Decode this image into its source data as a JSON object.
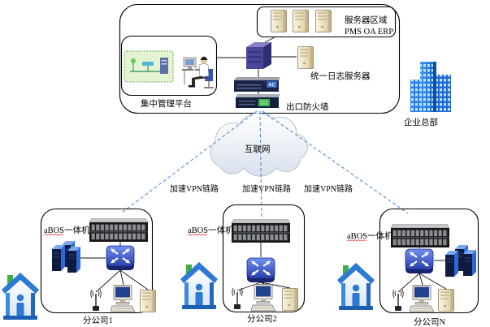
{
  "diagram": {
    "headquarters": {
      "label": "企业总部",
      "server_zone": {
        "title": "服务器区域",
        "systems": "PMS OA ERP"
      },
      "log_server_label": "统一日志服务器",
      "management_platform_label": "集中管理平台",
      "firewall_label": "出口防火墙",
      "ac_device_badge": "AC"
    },
    "internet_label": "互联网",
    "links": [
      {
        "label": "加速VPN链路"
      },
      {
        "label": "加速VPN链路"
      },
      {
        "label": "加速VPN链路"
      }
    ],
    "branches": [
      {
        "name": "分公司1",
        "device_label": "aBOS一体机"
      },
      {
        "name": "分公司2",
        "device_label": "aBOS一体机"
      },
      {
        "name": "分公司N",
        "device_label": "aBOS一体机"
      }
    ]
  },
  "colors": {
    "vpn_link": "#4a8fd0",
    "outline": "#000000"
  }
}
